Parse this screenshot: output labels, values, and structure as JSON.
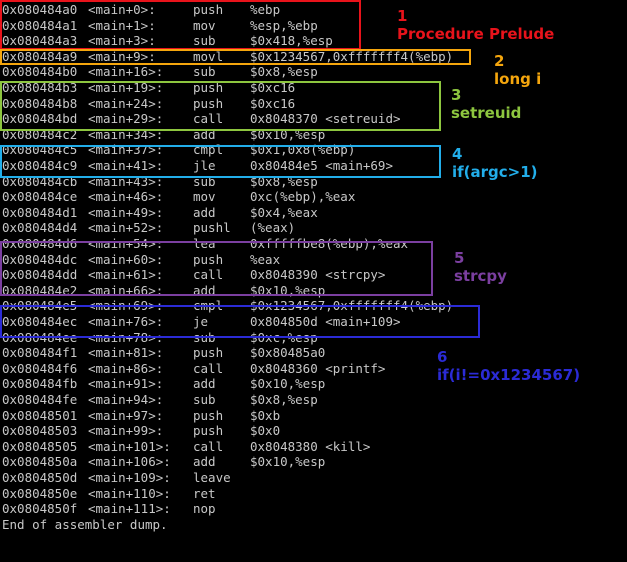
{
  "disassembly": [
    {
      "addr": "0x080484a0",
      "off": "<main+0>:",
      "op": "push",
      "args": "%ebp"
    },
    {
      "addr": "0x080484a1",
      "off": "<main+1>:",
      "op": "mov",
      "args": "%esp,%ebp"
    },
    {
      "addr": "0x080484a3",
      "off": "<main+3>:",
      "op": "sub",
      "args": "$0x418,%esp"
    },
    {
      "addr": "0x080484a9",
      "off": "<main+9>:",
      "op": "movl",
      "args": "$0x1234567,0xfffffff4(%ebp)"
    },
    {
      "addr": "0x080484b0",
      "off": "<main+16>:",
      "op": "sub",
      "args": "$0x8,%esp"
    },
    {
      "addr": "0x080484b3",
      "off": "<main+19>:",
      "op": "push",
      "args": "$0xc16"
    },
    {
      "addr": "0x080484b8",
      "off": "<main+24>:",
      "op": "push",
      "args": "$0xc16"
    },
    {
      "addr": "0x080484bd",
      "off": "<main+29>:",
      "op": "call",
      "args": "0x8048370 <setreuid>"
    },
    {
      "addr": "0x080484c2",
      "off": "<main+34>:",
      "op": "add",
      "args": "$0x10,%esp"
    },
    {
      "addr": "0x080484c5",
      "off": "<main+37>:",
      "op": "cmpl",
      "args": "$0x1,0x8(%ebp)"
    },
    {
      "addr": "0x080484c9",
      "off": "<main+41>:",
      "op": "jle",
      "args": "0x80484e5 <main+69>"
    },
    {
      "addr": "0x080484cb",
      "off": "<main+43>:",
      "op": "sub",
      "args": "$0x8,%esp"
    },
    {
      "addr": "0x080484ce",
      "off": "<main+46>:",
      "op": "mov",
      "args": "0xc(%ebp),%eax"
    },
    {
      "addr": "0x080484d1",
      "off": "<main+49>:",
      "op": "add",
      "args": "$0x4,%eax"
    },
    {
      "addr": "0x080484d4",
      "off": "<main+52>:",
      "op": "pushl",
      "args": "(%eax)"
    },
    {
      "addr": "0x080484d6",
      "off": "<main+54>:",
      "op": "lea",
      "args": "0xfffffbe8(%ebp),%eax"
    },
    {
      "addr": "0x080484dc",
      "off": "<main+60>:",
      "op": "push",
      "args": "%eax"
    },
    {
      "addr": "0x080484dd",
      "off": "<main+61>:",
      "op": "call",
      "args": "0x8048390 <strcpy>"
    },
    {
      "addr": "0x080484e2",
      "off": "<main+66>:",
      "op": "add",
      "args": "$0x10,%esp"
    },
    {
      "addr": "0x080484e5",
      "off": "<main+69>:",
      "op": "cmpl",
      "args": "$0x1234567,0xfffffff4(%ebp)"
    },
    {
      "addr": "0x080484ec",
      "off": "<main+76>:",
      "op": "je",
      "args": "0x804850d <main+109>"
    },
    {
      "addr": "0x080484ee",
      "off": "<main+78>:",
      "op": "sub",
      "args": "$0xc,%esp"
    },
    {
      "addr": "0x080484f1",
      "off": "<main+81>:",
      "op": "push",
      "args": "$0x80485a0"
    },
    {
      "addr": "0x080484f6",
      "off": "<main+86>:",
      "op": "call",
      "args": "0x8048360 <printf>"
    },
    {
      "addr": "0x080484fb",
      "off": "<main+91>:",
      "op": "add",
      "args": "$0x10,%esp"
    },
    {
      "addr": "0x080484fe",
      "off": "<main+94>:",
      "op": "sub",
      "args": "$0x8,%esp"
    },
    {
      "addr": "0x08048501",
      "off": "<main+97>:",
      "op": "push",
      "args": "$0xb"
    },
    {
      "addr": "0x08048503",
      "off": "<main+99>:",
      "op": "push",
      "args": "$0x0"
    },
    {
      "addr": "0x08048505",
      "off": "<main+101>:",
      "op": "call",
      "args": "0x8048380 <kill>"
    },
    {
      "addr": "0x0804850a",
      "off": "<main+106>:",
      "op": "add",
      "args": "$0x10,%esp"
    },
    {
      "addr": "0x0804850d",
      "off": "<main+109>:",
      "op": "leave",
      "args": ""
    },
    {
      "addr": "0x0804850e",
      "off": "<main+110>:",
      "op": "ret",
      "args": ""
    },
    {
      "addr": "0x0804850f",
      "off": "<main+111>:",
      "op": "nop",
      "args": ""
    }
  ],
  "footer": "End of assembler dump.",
  "annotations": [
    {
      "number": "1",
      "label": "Procedure Prelude",
      "color": "#e8131b"
    },
    {
      "number": "2",
      "label": "long i",
      "color": "#f5a60d"
    },
    {
      "number": "3",
      "label": "setreuid",
      "color": "#8dc63f"
    },
    {
      "number": "4",
      "label": "if(argc>1)",
      "color": "#22aeea"
    },
    {
      "number": "5",
      "label": "strcpy",
      "color": "#7b3fa0"
    },
    {
      "number": "6",
      "label": "if(i!=0x1234567)",
      "color": "#2b2bd6"
    }
  ]
}
